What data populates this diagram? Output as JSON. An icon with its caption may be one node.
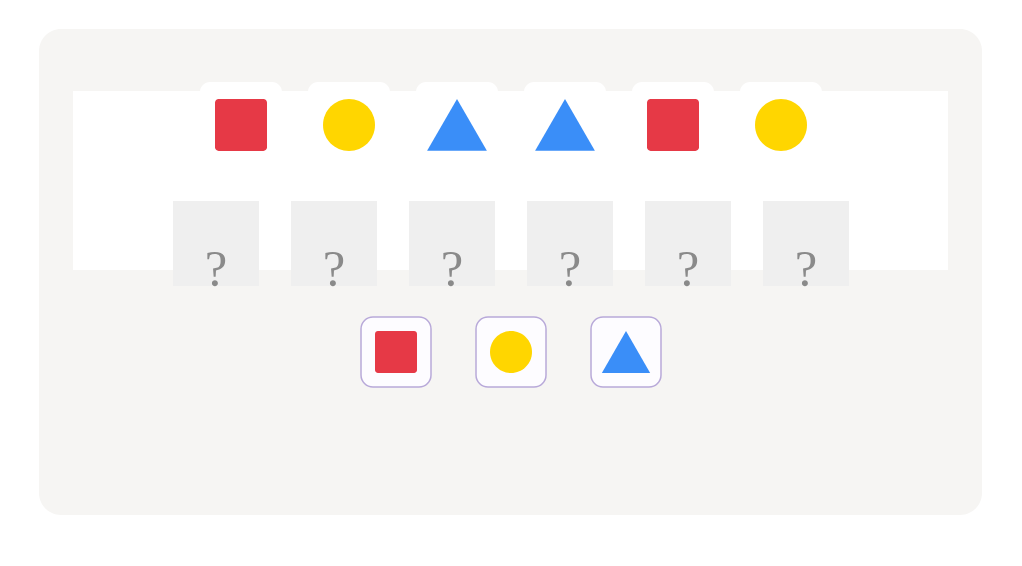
{
  "diagram": {
    "nodes": [
      {
        "text": [],
        "shape": "box"
      },
      {
        "text": [],
        "shape": "circle"
      },
      {
        "text": [],
        "shape": "triangle"
      },
      {
        "text": [],
        "shape": "triangle"
      },
      {
        "text": [],
        "shape": "box"
      },
      {
        "text": [],
        "shape": "circle"
      },
      {
        "text": [
          "?"
        ]
      },
      {
        "text": [
          "?"
        ]
      },
      {
        "text": [
          "?"
        ]
      },
      {
        "text": [
          "?"
        ]
      },
      {
        "text": [
          "?"
        ]
      },
      {
        "text": [
          "?"
        ]
      },
      {
        "text": [],
        "shape": "box"
      },
      {
        "text": [],
        "shape": "box",
        "in": 12
      },
      {
        "text": [],
        "shape": "box"
      },
      {
        "text": [],
        "shape": "circle",
        "in": 14
      },
      {
        "text": [],
        "shape": "box"
      },
      {
        "text": [],
        "shape": "triangle",
        "in": 16
      }
    ]
  }
}
